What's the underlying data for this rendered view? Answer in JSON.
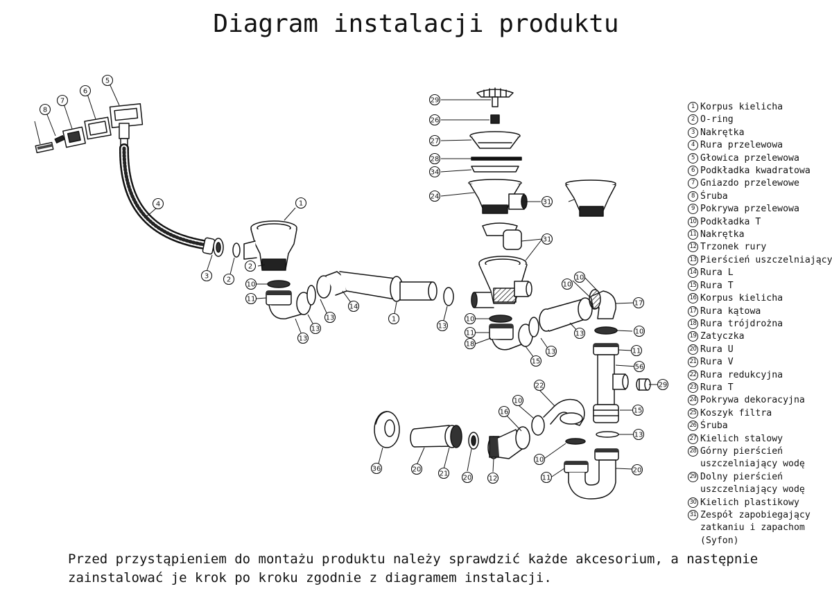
{
  "title": "Diagram instalacji produktu",
  "legend": [
    {
      "num": "1",
      "text": "Korpus kielicha"
    },
    {
      "num": "2",
      "text": "O-ring"
    },
    {
      "num": "3",
      "text": "Nakrętka"
    },
    {
      "num": "4",
      "text": "Rura przelewowa"
    },
    {
      "num": "5",
      "text": "Głowica przelewowa"
    },
    {
      "num": "6",
      "text": "Podkładka kwadratowa"
    },
    {
      "num": "7",
      "text": "Gniazdo przelewowe"
    },
    {
      "num": "8",
      "text": "Śruba"
    },
    {
      "num": "9",
      "text": "Pokrywa przelewowa"
    },
    {
      "num": "10",
      "text": "Podkładka T"
    },
    {
      "num": "11",
      "text": "Nakrętka"
    },
    {
      "num": "12",
      "text": "Trzonek rury"
    },
    {
      "num": "13",
      "text": "Pierścień uszczelniający"
    },
    {
      "num": "14",
      "text": "Rura L"
    },
    {
      "num": "15",
      "text": "Rura T"
    },
    {
      "num": "16",
      "text": "Korpus kielicha"
    },
    {
      "num": "17",
      "text": "Rura kątowa"
    },
    {
      "num": "18",
      "text": "Rura trójdrożna"
    },
    {
      "num": "19",
      "text": "Zatyczka"
    },
    {
      "num": "20",
      "text": "Rura U"
    },
    {
      "num": "21",
      "text": "Rura V"
    },
    {
      "num": "22",
      "text": "Rura redukcyjna"
    },
    {
      "num": "23",
      "text": "Rura T"
    },
    {
      "num": "24",
      "text": "Pokrywa dekoracyjna"
    },
    {
      "num": "25",
      "text": "Koszyk filtra"
    },
    {
      "num": "26",
      "text": "Śruba"
    },
    {
      "num": "27",
      "text": "Kielich stalowy"
    },
    {
      "num": "28",
      "text": "Górny pierścień\nuszczelniający wodę"
    },
    {
      "num": "29",
      "text": "Dolny pierścień\nuszczelniający wodę"
    },
    {
      "num": "30",
      "text": "Kielich plastikowy"
    },
    {
      "num": "31",
      "text": "Zespół zapobiegający\nzatkaniu i zapachom\n(Syfon)"
    }
  ],
  "callouts": [
    "1",
    "2",
    "3",
    "4",
    "5",
    "6",
    "7",
    "8",
    "10",
    "11",
    "12",
    "13",
    "14",
    "15",
    "16",
    "17",
    "18",
    "20",
    "21",
    "22",
    "24",
    "26",
    "27",
    "28",
    "29",
    "31",
    "34",
    "36",
    "56"
  ],
  "footer_lines": [
    "Przed przystąpieniem do montażu produktu należy sprawdzić każde akcesorium, a następnie",
    "zainstalować je krok po kroku zgodnie z diagramem instalacji."
  ]
}
